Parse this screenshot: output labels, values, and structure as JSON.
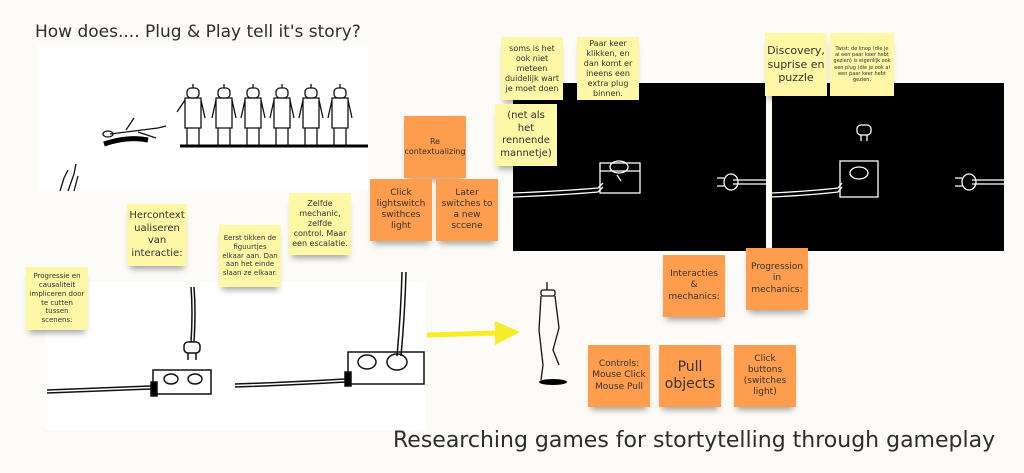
{
  "board": {
    "heading": "How does.... Plug & Play tell it's story?",
    "footer_title": "Researching games for stortytelling through gameplay"
  },
  "colors": {
    "background": "#fcfbf7",
    "sticky_yellow": "#fdf7a6",
    "sticky_orange": "#fd9d4d",
    "arrow_yellow": "#f7ec2a",
    "game_black": "#000000"
  },
  "yellow_notes": {
    "progressie": "Progressie en causaliteit impliceren door te cutten tussen scenens:",
    "hercontext": "Hercontext ualiseren van interactie:",
    "eerst_tikken": "Eerst tikken de figuurtjes elkaar aan. Dan aan het einde slaan ze elkaar.",
    "zelfde": "Zelfde mechanic, zelfde control. Maar een escalatie.",
    "soms": "soms is het ook niet meteen duidelijk wart je moet doen",
    "paar_keer": "Paar keer klikken, en dan komt er ineens een extra plug binnen.",
    "net_als": "(net als het rennende mannetje)",
    "discovery": "Discovery, suprise en puzzle",
    "twist": "Twist: de knop (die je al een paar keer hebt gezien) is eigenlijk ook een plug (die je ook al een paar keer hebt gezien."
  },
  "orange_notes": {
    "recontext": "Re contextualizing",
    "click_lightswitch": "Click lightswitch swithces light",
    "later_switches": "Later switches to a new sccene",
    "interacties": "Interacties & mechanics:",
    "progression": "Progression in mechanics:",
    "controls": "Controls: Mouse Click Mouse Pull",
    "pull_objects": "Pull objects",
    "click_buttons": "Click buttons (switches light)"
  }
}
